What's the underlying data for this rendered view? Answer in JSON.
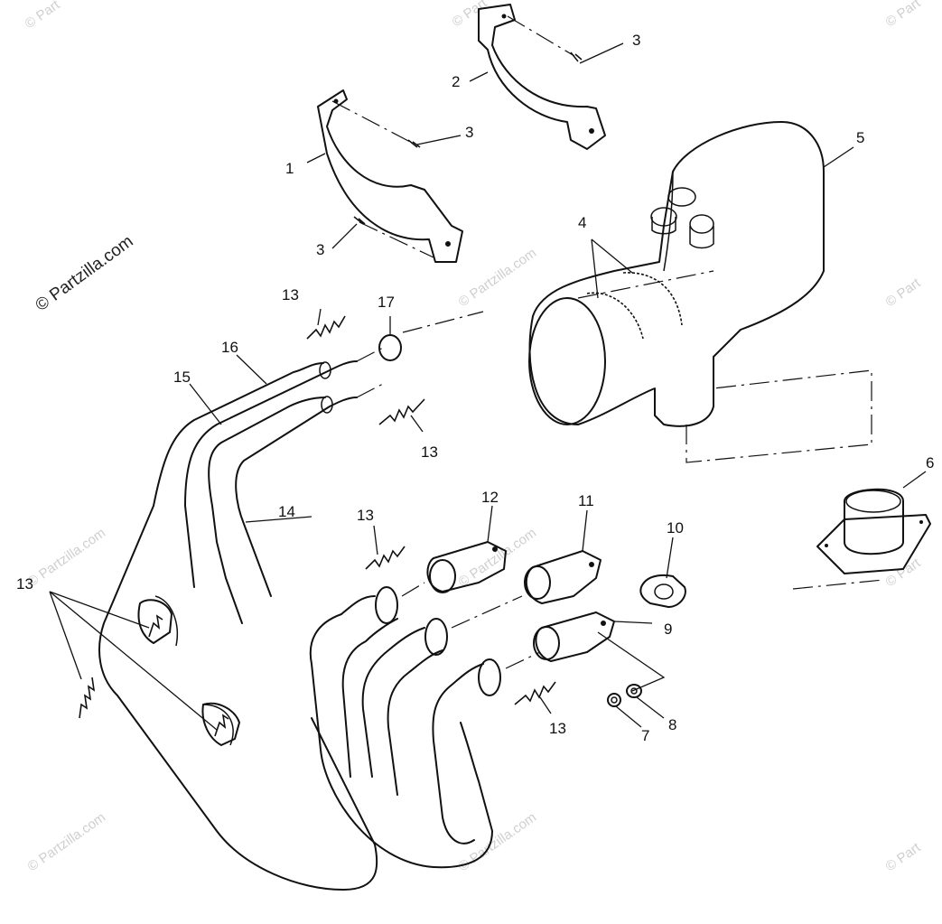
{
  "copyright": "© Partzilla.com",
  "watermark": "© Partzilla.com",
  "watermark_partial": "© Part",
  "callouts": {
    "c1": "1",
    "c2": "2",
    "c3a": "3",
    "c3b": "3",
    "c3c": "3",
    "c4": "4",
    "c5": "5",
    "c6": "6",
    "c7": "7",
    "c8": "8",
    "c9": "9",
    "c10": "10",
    "c11": "11",
    "c12": "12",
    "c13a": "13",
    "c13b": "13",
    "c13c": "13",
    "c13d": "13",
    "c13e": "13",
    "c14": "14",
    "c15": "15",
    "c16": "16",
    "c17": "17"
  }
}
